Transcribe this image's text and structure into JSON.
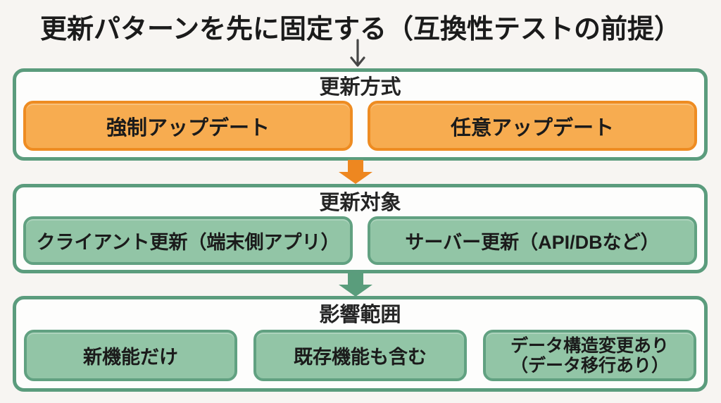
{
  "page": {
    "title": "更新パターンを先に固定する（互換性テストの前提）"
  },
  "colors": {
    "panel_border_green": "#5b9c7d",
    "panel_background": "#fdfdfc",
    "page_background": "#f7f5f2",
    "orange_box_fill": "#f7ac50",
    "orange_box_border": "#ee8c22",
    "green_box_fill": "#92c5a6",
    "green_box_border": "#61a181",
    "orange_arrow": "#ee8720",
    "green_arrow": "#5a9d7c",
    "thin_arrow": "#464646",
    "text": "#1b1b1b"
  },
  "icons": {
    "thin_down_arrow": "down-arrow",
    "orange_block_arrow": "down-block-arrow",
    "green_block_arrow": "down-block-arrow"
  },
  "sections": [
    {
      "header": "更新方式",
      "items": [
        {
          "label": "強制アップデート"
        },
        {
          "label": "任意アップデート"
        }
      ]
    },
    {
      "header": "更新対象",
      "items": [
        {
          "label": "クライアント更新（端末側アプリ）"
        },
        {
          "label": "サーバー更新（API/DBなど）"
        }
      ]
    },
    {
      "header": "影響範囲",
      "items": [
        {
          "label": "新機能だけ"
        },
        {
          "label": "既存機能も含む"
        },
        {
          "label": "データ構造変更あり",
          "label2": "（データ移行あり）"
        }
      ]
    }
  ]
}
